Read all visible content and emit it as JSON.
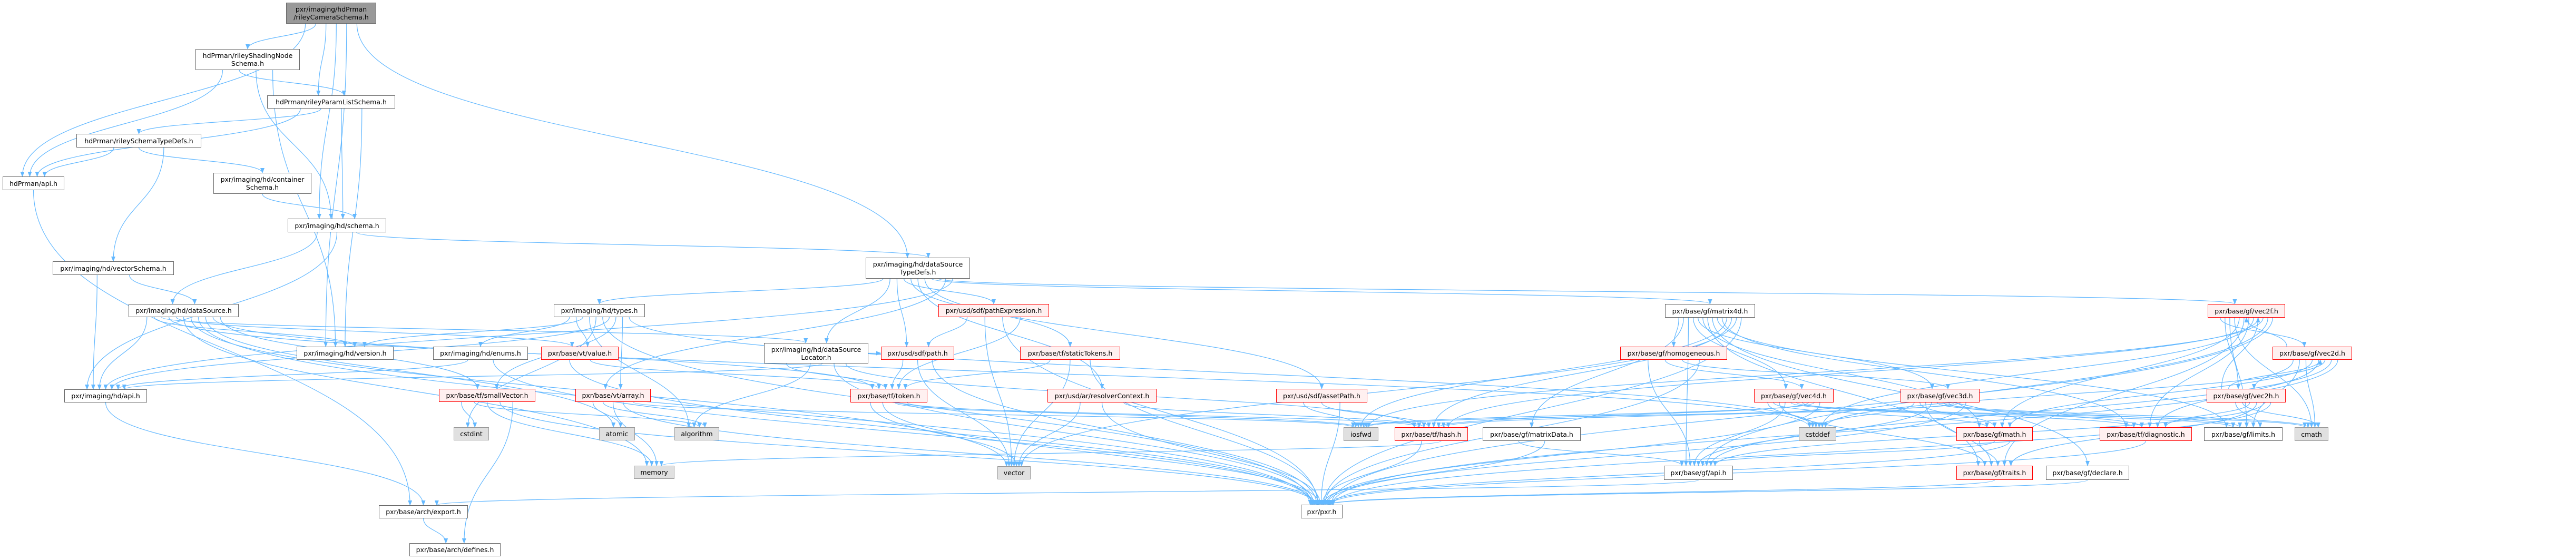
{
  "colors": {
    "edge": "#63b8ff",
    "root_fill": "#999999",
    "red_border": "#ff0000",
    "red_fill": "#fff0f0",
    "system_fill": "#e0e0e0"
  },
  "nodes": {
    "root": {
      "label": "pxr/imaging/hdPrman\n/rileyCameraSchema.h",
      "kind": "root"
    },
    "shading": {
      "label": "hdPrman/rileyShadingNode\nSchema.h",
      "kind": "plain"
    },
    "paramList": {
      "label": "hdPrman/rileyParamListSchema.h",
      "kind": "plain"
    },
    "typeDefs": {
      "label": "hdPrman/rileySchemaTypeDefs.h",
      "kind": "plain"
    },
    "prmanApi": {
      "label": "hdPrman/api.h",
      "kind": "plain"
    },
    "container": {
      "label": "pxr/imaging/hd/container\nSchema.h",
      "kind": "plain"
    },
    "schema": {
      "label": "pxr/imaging/hd/schema.h",
      "kind": "plain"
    },
    "vectorSchema": {
      "label": "pxr/imaging/hd/vectorSchema.h",
      "kind": "plain"
    },
    "dataSource": {
      "label": "pxr/imaging/hd/dataSource.h",
      "kind": "plain"
    },
    "version": {
      "label": "pxr/imaging/hd/version.h",
      "kind": "plain"
    },
    "hdApi": {
      "label": "pxr/imaging/hd/api.h",
      "kind": "plain"
    },
    "export": {
      "label": "pxr/base/arch/export.h",
      "kind": "plain"
    },
    "defines": {
      "label": "pxr/base/arch/defines.h",
      "kind": "plain"
    },
    "enums": {
      "label": "pxr/imaging/hd/enums.h",
      "kind": "plain"
    },
    "value": {
      "label": "pxr/base/vt/value.h",
      "kind": "red"
    },
    "types": {
      "label": "pxr/imaging/hd/types.h",
      "kind": "plain"
    },
    "locator": {
      "label": "pxr/imaging/hd/dataSource\nLocator.h",
      "kind": "plain"
    },
    "dsTypeDefs": {
      "label": "pxr/imaging/hd/dataSource\nTypeDefs.h",
      "kind": "plain"
    },
    "smallVector": {
      "label": "pxr/base/tf/smallVector.h",
      "kind": "red"
    },
    "array": {
      "label": "pxr/base/vt/array.h",
      "kind": "red"
    },
    "cstdint": {
      "label": "cstdint",
      "kind": "sys"
    },
    "atomic": {
      "label": "atomic",
      "kind": "sys"
    },
    "algorithm": {
      "label": "algorithm",
      "kind": "sys"
    },
    "memory": {
      "label": "memory",
      "kind": "sys"
    },
    "pathExpr": {
      "label": "pxr/usd/sdf/pathExpression.h",
      "kind": "red"
    },
    "sdfPath": {
      "label": "pxr/usd/sdf/path.h",
      "kind": "red"
    },
    "staticTokens": {
      "label": "pxr/base/tf/staticTokens.h",
      "kind": "red"
    },
    "token": {
      "label": "pxr/base/tf/token.h",
      "kind": "red"
    },
    "resolverContext": {
      "label": "pxr/usd/ar/resolverContext.h",
      "kind": "red"
    },
    "assetPath": {
      "label": "pxr/usd/sdf/assetPath.h",
      "kind": "red"
    },
    "vector": {
      "label": "vector",
      "kind": "sys"
    },
    "pxr": {
      "label": "pxr/pxr.h",
      "kind": "plain"
    },
    "iosfwd": {
      "label": "iosfwd",
      "kind": "sys"
    },
    "hash": {
      "label": "pxr/base/tf/hash.h",
      "kind": "red"
    },
    "matrixData": {
      "label": "pxr/base/gf/matrixData.h",
      "kind": "plain"
    },
    "gfApi": {
      "label": "pxr/base/gf/api.h",
      "kind": "plain"
    },
    "matrix4d": {
      "label": "pxr/base/gf/matrix4d.h",
      "kind": "plain"
    },
    "homogeneous": {
      "label": "pxr/base/gf/homogeneous.h",
      "kind": "red"
    },
    "vec4d": {
      "label": "pxr/base/gf/vec4d.h",
      "kind": "red"
    },
    "vec3d": {
      "label": "pxr/base/gf/vec3d.h",
      "kind": "red"
    },
    "cstddef": {
      "label": "cstddef",
      "kind": "sys"
    },
    "math": {
      "label": "pxr/base/gf/math.h",
      "kind": "red"
    },
    "diagnostic": {
      "label": "pxr/base/tf/diagnostic.h",
      "kind": "red"
    },
    "traits": {
      "label": "pxr/base/gf/traits.h",
      "kind": "red"
    },
    "declare": {
      "label": "pxr/base/gf/declare.h",
      "kind": "plain"
    },
    "vec2f": {
      "label": "pxr/base/gf/vec2f.h",
      "kind": "red"
    },
    "vec2d": {
      "label": "pxr/base/gf/vec2d.h",
      "kind": "red"
    },
    "vec2h": {
      "label": "pxr/base/gf/vec2h.h",
      "kind": "red"
    },
    "limits": {
      "label": "pxr/base/gf/limits.h",
      "kind": "plain"
    },
    "cmath": {
      "label": "cmath",
      "kind": "sys"
    }
  },
  "edges": [
    [
      "root",
      "prmanApi"
    ],
    [
      "root",
      "shading"
    ],
    [
      "root",
      "paramList"
    ],
    [
      "root",
      "schema"
    ],
    [
      "root",
      "version"
    ],
    [
      "root",
      "dsTypeDefs"
    ],
    [
      "shading",
      "prmanApi"
    ],
    [
      "shading",
      "paramList"
    ],
    [
      "shading",
      "schema"
    ],
    [
      "shading",
      "version"
    ],
    [
      "paramList",
      "prmanApi"
    ],
    [
      "paramList",
      "typeDefs"
    ],
    [
      "paramList",
      "schema"
    ],
    [
      "paramList",
      "version"
    ],
    [
      "typeDefs",
      "prmanApi"
    ],
    [
      "typeDefs",
      "container"
    ],
    [
      "typeDefs",
      "vectorSchema"
    ],
    [
      "container",
      "schema"
    ],
    [
      "schema",
      "dataSource"
    ],
    [
      "schema",
      "hdApi"
    ],
    [
      "schema",
      "dsTypeDefs"
    ],
    [
      "vectorSchema",
      "hdApi"
    ],
    [
      "vectorSchema",
      "dataSource"
    ],
    [
      "prmanApi",
      "export"
    ],
    [
      "dataSource",
      "hdApi"
    ],
    [
      "dataSource",
      "version"
    ],
    [
      "dataSource",
      "locator"
    ],
    [
      "dataSource",
      "token"
    ],
    [
      "dataSource",
      "value"
    ],
    [
      "dataSource",
      "memory"
    ],
    [
      "dataSource",
      "vector"
    ],
    [
      "dataSource",
      "pxr"
    ],
    [
      "dataSource",
      "atomic"
    ],
    [
      "dataSource",
      "cstddef"
    ],
    [
      "dataSource",
      "smallVector"
    ],
    [
      "hdApi",
      "export"
    ],
    [
      "export",
      "defines"
    ],
    [
      "dsTypeDefs",
      "types"
    ],
    [
      "dsTypeDefs",
      "locator"
    ],
    [
      "dsTypeDefs",
      "sdfPath"
    ],
    [
      "dsTypeDefs",
      "pathExpr"
    ],
    [
      "dsTypeDefs",
      "staticTokens"
    ],
    [
      "dsTypeDefs",
      "resolverContext"
    ],
    [
      "dsTypeDefs",
      "assetPath"
    ],
    [
      "dsTypeDefs",
      "matrix4d"
    ],
    [
      "dsTypeDefs",
      "vec2f"
    ],
    [
      "dsTypeDefs",
      "array"
    ],
    [
      "dsTypeDefs",
      "hdApi"
    ],
    [
      "types",
      "enums"
    ],
    [
      "types",
      "value"
    ],
    [
      "types",
      "version"
    ],
    [
      "types",
      "algorithm"
    ],
    [
      "types",
      "cstdint"
    ],
    [
      "types",
      "pxr"
    ],
    [
      "types",
      "hdApi"
    ],
    [
      "types",
      "smallVector"
    ],
    [
      "types",
      "array"
    ],
    [
      "types",
      "cstddef"
    ],
    [
      "enums",
      "hdApi"
    ],
    [
      "enums",
      "pxr"
    ],
    [
      "value",
      "pxr"
    ],
    [
      "value",
      "token"
    ],
    [
      "locator",
      "token"
    ],
    [
      "locator",
      "sdfPath"
    ],
    [
      "locator",
      "algorithm"
    ],
    [
      "locator",
      "hdApi"
    ],
    [
      "locator",
      "pxr"
    ],
    [
      "locator",
      "hash"
    ],
    [
      "smallVector",
      "cstdint"
    ],
    [
      "smallVector",
      "algorithm"
    ],
    [
      "smallVector",
      "memory"
    ],
    [
      "smallVector",
      "pxr"
    ],
    [
      "smallVector",
      "defines"
    ],
    [
      "array",
      "atomic"
    ],
    [
      "array",
      "algorithm"
    ],
    [
      "array",
      "memory"
    ],
    [
      "array",
      "pxr"
    ],
    [
      "array",
      "iosfwd"
    ],
    [
      "sdfPath",
      "token"
    ],
    [
      "sdfPath",
      "vector"
    ],
    [
      "sdfPath",
      "pxr"
    ],
    [
      "pathExpr",
      "sdfPath"
    ],
    [
      "pathExpr",
      "vector"
    ],
    [
      "pathExpr",
      "pxr"
    ],
    [
      "pathExpr",
      "token"
    ],
    [
      "staticTokens",
      "token"
    ],
    [
      "staticTokens",
      "vector"
    ],
    [
      "staticTokens",
      "pxr"
    ],
    [
      "token",
      "vector"
    ],
    [
      "token",
      "pxr"
    ],
    [
      "token",
      "iosfwd"
    ],
    [
      "token",
      "hash"
    ],
    [
      "resolverContext",
      "vector"
    ],
    [
      "resolverContext",
      "pxr"
    ],
    [
      "resolverContext",
      "hash"
    ],
    [
      "assetPath",
      "iosfwd"
    ],
    [
      "assetPath",
      "hash"
    ],
    [
      "assetPath",
      "pxr"
    ],
    [
      "hash",
      "pxr"
    ],
    [
      "hash",
      "memory"
    ],
    [
      "matrixData",
      "gfApi"
    ],
    [
      "matrixData",
      "pxr"
    ],
    [
      "matrix4d",
      "homogeneous"
    ],
    [
      "matrix4d",
      "matrixData"
    ],
    [
      "matrix4d",
      "gfApi"
    ],
    [
      "matrix4d",
      "vec4d"
    ],
    [
      "matrix4d",
      "vec3d"
    ],
    [
      "matrix4d",
      "math"
    ],
    [
      "matrix4d",
      "traits"
    ],
    [
      "matrix4d",
      "declare"
    ],
    [
      "matrix4d",
      "limits"
    ],
    [
      "matrix4d",
      "diagnostic"
    ],
    [
      "matrix4d",
      "iosfwd"
    ],
    [
      "matrix4d",
      "hash"
    ],
    [
      "matrix4d",
      "vector"
    ],
    [
      "matrix4d",
      "pxr"
    ],
    [
      "homogeneous",
      "gfApi"
    ],
    [
      "homogeneous",
      "vec4d"
    ],
    [
      "homogeneous",
      "vec3d"
    ],
    [
      "homogeneous",
      "pxr"
    ],
    [
      "vec4d",
      "cstddef"
    ],
    [
      "vec4d",
      "math"
    ],
    [
      "vec4d",
      "traits"
    ],
    [
      "vec4d",
      "gfApi"
    ],
    [
      "vec4d",
      "limits"
    ],
    [
      "vec4d",
      "cmath"
    ],
    [
      "vec4d",
      "diagnostic"
    ],
    [
      "vec4d",
      "hash"
    ],
    [
      "vec4d",
      "iosfwd"
    ],
    [
      "vec4d",
      "pxr"
    ],
    [
      "vec3d",
      "cstddef"
    ],
    [
      "vec3d",
      "math"
    ],
    [
      "vec3d",
      "traits"
    ],
    [
      "vec3d",
      "gfApi"
    ],
    [
      "vec3d",
      "limits"
    ],
    [
      "vec3d",
      "cmath"
    ],
    [
      "vec3d",
      "diagnostic"
    ],
    [
      "vec3d",
      "hash"
    ],
    [
      "vec3d",
      "iosfwd"
    ],
    [
      "vec3d",
      "pxr"
    ],
    [
      "math",
      "traits"
    ],
    [
      "math",
      "gfApi"
    ],
    [
      "math",
      "pxr"
    ],
    [
      "traits",
      "pxr"
    ],
    [
      "declare",
      "pxr"
    ],
    [
      "diagnostic",
      "pxr"
    ],
    [
      "gfApi",
      "export"
    ],
    [
      "vec2f",
      "vec2d"
    ],
    [
      "vec2f",
      "vec2h"
    ],
    [
      "vec2f",
      "limits"
    ],
    [
      "vec2f",
      "cmath"
    ],
    [
      "vec2f",
      "math"
    ],
    [
      "vec2f",
      "traits"
    ],
    [
      "vec2f",
      "diagnostic"
    ],
    [
      "vec2f",
      "cstddef"
    ],
    [
      "vec2f",
      "hash"
    ],
    [
      "vec2f",
      "iosfwd"
    ],
    [
      "vec2f",
      "gfApi"
    ],
    [
      "vec2f",
      "pxr"
    ],
    [
      "vec2d",
      "vec2f"
    ],
    [
      "vec2d",
      "vec2h"
    ],
    [
      "vec2d",
      "limits"
    ],
    [
      "vec2d",
      "cmath"
    ],
    [
      "vec2d",
      "math"
    ],
    [
      "vec2d",
      "diagnostic"
    ],
    [
      "vec2d",
      "cstddef"
    ],
    [
      "vec2d",
      "gfApi"
    ],
    [
      "vec2d",
      "pxr"
    ],
    [
      "vec2h",
      "vec2f"
    ],
    [
      "vec2h",
      "vec2d"
    ],
    [
      "vec2h",
      "limits"
    ],
    [
      "vec2h",
      "cmath"
    ],
    [
      "vec2h",
      "diagnostic"
    ],
    [
      "vec2h",
      "traits"
    ],
    [
      "vec2h",
      "gfApi"
    ],
    [
      "vec2h",
      "pxr"
    ]
  ]
}
